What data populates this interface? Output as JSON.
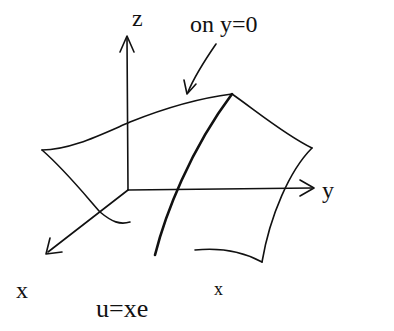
{
  "diagram": {
    "labels": [
      "z",
      "on y=0",
      "y",
      "x",
      "u=xe",
      "x"
    ]
  }
}
